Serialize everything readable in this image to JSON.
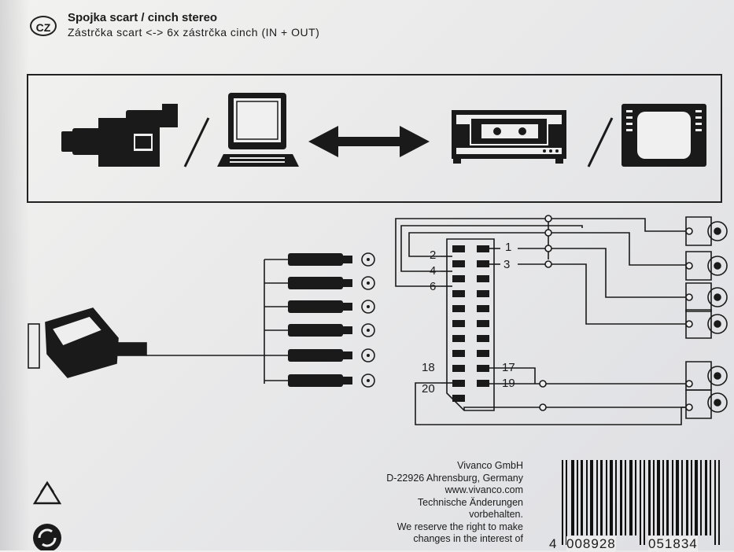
{
  "header": {
    "lang_badge": "CZ",
    "title": "Spojka scart / cinch stereo",
    "subtitle": "Zástrčka scart <-> 6x zástrčka cinch (IN + OUT)"
  },
  "pins": {
    "p1": "1",
    "p2": "2",
    "p3": "3",
    "p4": "4",
    "p6": "6",
    "p17": "17",
    "p18": "18",
    "p19": "19",
    "p20": "20"
  },
  "company": {
    "line1": "Vivanco GmbH",
    "line2": "D-22926 Ahrensburg, Germany",
    "line3": "www.vivanco.com",
    "line4": "Technische Änderungen",
    "line5": "vorbehalten.",
    "line6": "We reserve the right to make",
    "line7": "changes in the interest of"
  },
  "barcode": {
    "digits_left": "4",
    "digits_mid": "008928",
    "digits_right": "051834"
  },
  "icons": [
    "camcorder-icon",
    "computer-icon",
    "double-arrow-icon",
    "vcr-icon",
    "tv-icon",
    "recycle-icon",
    "green-dot-icon"
  ],
  "colors": {
    "ink": "#1b1b1b",
    "paper": "#ececec"
  }
}
